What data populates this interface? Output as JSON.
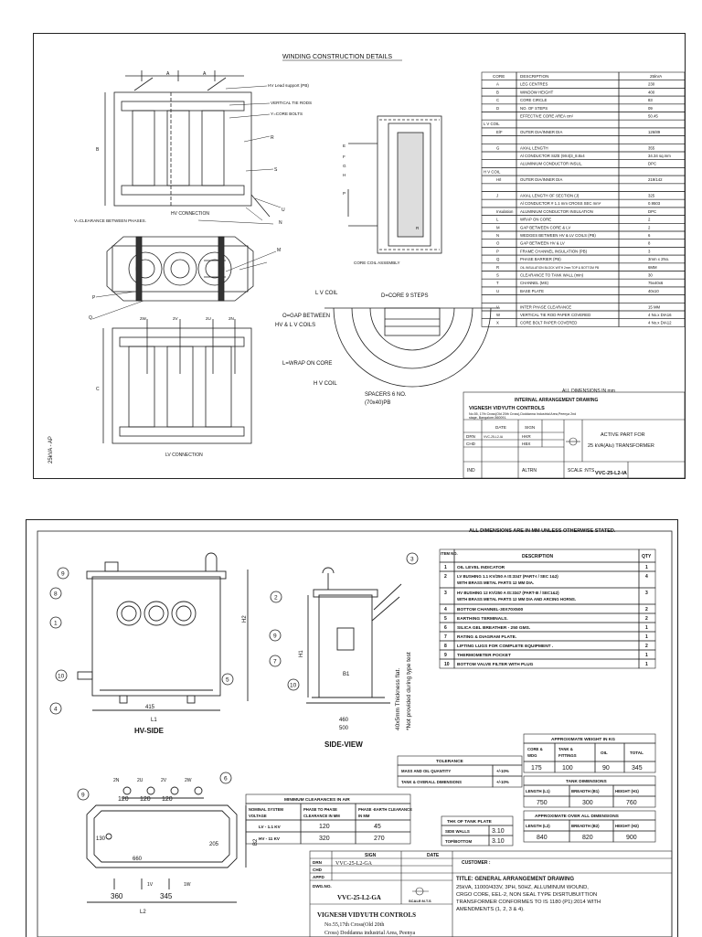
{
  "sheet1": {
    "title": "WINDING CONSTRUCTION DETAILS",
    "labels": {
      "hv_lead": "HV Lead support (PB)",
      "tie_rods": "VERTICAL TIE RODS",
      "core_bolts": "Y=CORE BOLTS",
      "clearance_phases": "V=CLEARANCE BETWEEN PHASES.",
      "hv_connection": "HV CONNECTION",
      "lv_connection": "LV CONNECTION",
      "core_coil_assembly": "CORE COIL ASSEMBLY",
      "lv_coil": "L V COIL",
      "d_core": "D=CORE 9 STEPS",
      "o_gap": "O=GAP BETWEEN",
      "o_gap2": "HV & L V COILS",
      "l_wrap": "L=WRAP ON CORE",
      "hv_coil": "H V COIL",
      "spacers": "SPACERS 6 NO.",
      "spacers2": "(70x40)PB",
      "side_note": "25kVA - AP",
      "dims_note": "ALL DIMENSIONS IN mm"
    },
    "letters": [
      "A",
      "A",
      "B",
      "R",
      "S",
      "U",
      "E",
      "F",
      "G",
      "H",
      "N",
      "M",
      "P",
      "Q",
      "T",
      "L",
      "C",
      "2W",
      "2V",
      "2U",
      "2N",
      "P",
      "R"
    ],
    "table_head": [
      "CORE",
      "DESCRIPTION",
      "25kVA"
    ],
    "table_rows": [
      [
        "A",
        "LEG CENTRES",
        "230"
      ],
      [
        "B",
        "WINDOW HEIGHT",
        "400"
      ],
      [
        "C",
        "CORE CIRCLE",
        "83"
      ],
      [
        "D",
        "NO. OF STEPS",
        "09"
      ],
      [
        "",
        "EFFECTIVE CORE AREA cm²",
        "50.45"
      ],
      [
        "L V COIL",
        "",
        ""
      ],
      [
        "E/F",
        "OUTER DIA/INNER DIA",
        "126/89"
      ],
      [
        "",
        "",
        ""
      ],
      [
        "G",
        "AXIAL LENGTH",
        "355"
      ],
      [
        "",
        "Al CONDUCTOR SIZE   (9X4)3_8.8x4",
        "34.34 sq.mm"
      ],
      [
        "",
        "ALUMINIUM CONDUCTOR INSUL.",
        "DPC"
      ],
      [
        "H V COIL",
        "",
        ""
      ],
      [
        "H/I",
        "OUTER DIA/INNER DIA",
        "219/142"
      ],
      [
        "",
        "",
        ""
      ],
      [
        "J",
        "AXIAL LENGTH OF SECTION (J)",
        "325"
      ],
      [
        "",
        "Al CONDUCTOR # 1.1 mm    CROSS SEC mm²",
        "0.9503"
      ],
      [
        "Insulation",
        "ALUMINIUM CONDUCTOR INSULATION",
        "DPC"
      ],
      [
        "L",
        "WRAP ON CORE",
        "2"
      ],
      [
        "M",
        "GAP BETWEEN CORE & LV",
        "2"
      ],
      [
        "N",
        "WEDGES BETWEEN HV & LV COILS (PB)",
        "6"
      ],
      [
        "O",
        "GAP BETWEEN HV & LV",
        "8"
      ],
      [
        "P",
        "FRAME CHANNEL INSULATION (PB)",
        "3"
      ],
      [
        "Q",
        "PHASE BARRIER (PB)",
        "3mm x 2No."
      ],
      [
        "R",
        "OIL INSULATION BLOCK WITH 2mm TOP & BOTTOM PB",
        "6MM"
      ],
      [
        "S",
        "CLEARANCE TO TANK WALL (min)",
        "30"
      ],
      [
        "T",
        "CHANNEL (MS)",
        "75x40x6"
      ],
      [
        "U",
        "BASE PLATE",
        "40x10"
      ],
      [
        "",
        "",
        ""
      ],
      [
        "V",
        "INTER PHASE CLEARANCE",
        "15 MM"
      ],
      [
        "W",
        "VERTICAL TIE ROD PAPER COVERED",
        "4 No.x DIA16"
      ],
      [
        "X",
        "CORE BOLT PAPER COVERED",
        "4 No.x DIA12"
      ]
    ],
    "title_block": {
      "heading": "INTERNAL ARRANGEMENT DRAWING",
      "company": "VIGNESH VIDYUTH CONTROLS",
      "address1": "No.55, 17th Cross(Old 20th Cross),Doddanna Industrial Area,Peenya 2nd",
      "address2": "stage, Bangalore-560091.",
      "col_date": "DATE",
      "col_sign": "SIGN",
      "drn": "DRN",
      "drn_date": "VVC-25-L2-IA",
      "drn_sign": "HKR",
      "chd": "CHD",
      "chd_sign": "HBX",
      "active1": "ACTIVE PART FOR",
      "active2": "25 kVA(Alu) TRANSFORMER",
      "ind": "IND",
      "altrn": "ALTRN",
      "scale": "SCALE :NTS",
      "dwg_no": "VVC-25-L2-IA"
    }
  },
  "sheet2": {
    "header_note": "ALL DIMENSIONS ARE IN MM UNLESS OTHERWISE STATED.",
    "views": {
      "hv_side": "HV-SIDE",
      "side_view": "SIDE-VIEW",
      "dim_415": "415",
      "l1": "L1",
      "h2": "H2",
      "h1": "H1",
      "b1": "B1",
      "dim_460": "460",
      "dim_500": "500",
      "thickness_note": "40x5mm Thickness flat.",
      "not_provided": "*Not provided during type test",
      "top_dims": [
        "120",
        "120",
        "120"
      ],
      "top_labels": [
        "2N",
        "2U",
        "2V",
        "2W"
      ],
      "dim_130": "130",
      "dim_205": "205",
      "dim_660": "660",
      "b2": "B2",
      "dim_360": "360",
      "dim_345": "345",
      "l2": "L2",
      "bottom_labels": [
        "1V",
        "1W"
      ]
    },
    "callouts": [
      "9",
      "8",
      "1",
      "10",
      "4",
      "5",
      "2",
      "9",
      "7",
      "10",
      "3",
      "9",
      "6"
    ],
    "items_table": {
      "head": [
        "ITEM NO.",
        "DESCRIPTION",
        "QTY"
      ],
      "rows": [
        [
          "1",
          "OIL LEVEL INDICATOR",
          "1"
        ],
        [
          "2",
          "LV BUSHING 1.1 KV/250 A IS:3347 (PART-I / SEC 1&2) WITH BRASS METAL PARTS 12 MM DIA.",
          "4"
        ],
        [
          "3",
          "HV BUSHING 12 KV/250 A IS:3347 (PART-III / SEC1&2) WITH BRASS METAL PARTS 12 MM DIA AND ARCING HORNS.",
          "3"
        ],
        [
          "4",
          "BOTTOM CHANNEL-30X70X500",
          "2"
        ],
        [
          "5",
          "EARTHING TERMINALS.",
          "2"
        ],
        [
          "6",
          "SILICA GEL BREATHER - 250 GMS.",
          "1"
        ],
        [
          "7",
          "RATING & DIAGRAM PLATE.",
          "1"
        ],
        [
          "8",
          "LIFTING LUGS FOR COMPLETE EQUIPMENT .",
          "2"
        ],
        [
          "9",
          "THERMOMETER POCKET",
          "1"
        ],
        [
          "10",
          "BOTTOM VALVE FILTER WITH PLUG",
          "1"
        ]
      ]
    },
    "weight_table": {
      "title": "APPROXIMATE WEIGHT IN KG",
      "head": [
        "CORE & WDG",
        "TANK & FITTINGS",
        "OIL",
        "TOTAL"
      ],
      "values": [
        "175",
        "100",
        "90",
        "345"
      ]
    },
    "tolerance_table": {
      "title": "TOLERANCE",
      "rows": [
        [
          "MASS AND OIL QUANTITY",
          "+/-10%"
        ],
        [
          "TANK & OVERALL DIMENSIONS",
          "+/-10%"
        ]
      ]
    },
    "tank_dims": {
      "title": "TANK DIMENSIONS",
      "head": [
        "LENGTH (L1)",
        "BREADTH (B1)",
        "HEIGHT (H1)"
      ],
      "values": [
        "750",
        "300",
        "760"
      ]
    },
    "overall_dims": {
      "title": "APPROXIMATE OVER ALL DIMENSIONS",
      "head": [
        "LENGTH (L2)",
        "BREADTH (B2)",
        "HEIGHT (H2)"
      ],
      "values": [
        "840",
        "820",
        "900"
      ]
    },
    "clearance_table": {
      "title": "MINIMUM CLEARANCES IN AIR",
      "head": [
        "NOMINAL SYSTEM VOLTAGE",
        "PHASE TO PHASE CLEARANCE IN MM",
        "PHASE -EARTH CLEARANCE IN MM"
      ],
      "rows": [
        [
          "LV - 1.1 KV",
          "120",
          "45"
        ],
        [
          "HV - 11 KV",
          "320",
          "270"
        ]
      ]
    },
    "thk_table": {
      "title": "THK OF TANK PLATE",
      "rows": [
        [
          "SIDE WALLS",
          "3.10"
        ],
        [
          "TOP/BOTTOM",
          "3.10"
        ]
      ]
    },
    "title_block": {
      "col_sign": "SIGN",
      "col_date": "DATE",
      "customer": "CUSTOMER :",
      "drn": "DRN",
      "drn_val": "VVC-25-L2-GA",
      "chd": "CHD",
      "appd": "APPD",
      "dwg_no_label": "DWG.NO.",
      "dwg_no": "VVC-25-L2-GA",
      "scale": "SCALE:N.T.S",
      "title": "TITLE: GENERAL ARRANGEMENT DRAWING",
      "desc1": "25kVA, 11000/433V, 3PH, 50HZ, ALLUMINUM WOUND,",
      "desc2": "CRGO CORE, EEL-2, NON SEAL TYPE DISRTUBUITTION",
      "desc3": "TRANSFORMER CONFORMES TO IS 1180 (P1):2014 WITH",
      "desc4": "AMENDMENTS (1, 2, 3 & 4).",
      "company": "VIGNESH VIDYUTH CONTROLS",
      "address1": "No.55,17th Cross(Old 20th",
      "address2": "Cross) Doddanna industrial Area, Peenya"
    }
  }
}
